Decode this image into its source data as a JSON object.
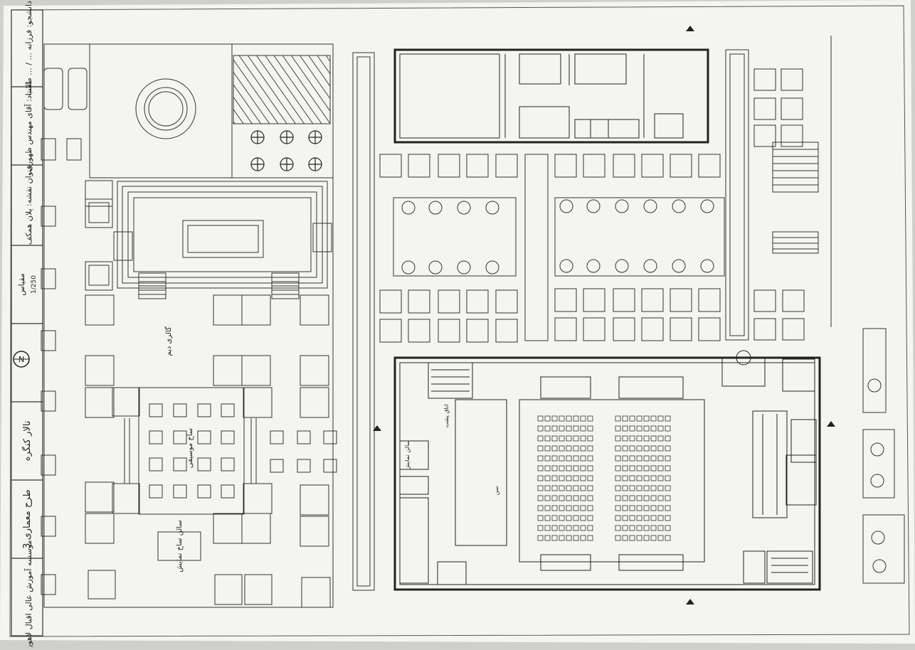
{
  "title_block": [
    {
      "id": "tb-student",
      "text": "دانشجو: فرزانه ... / ... طلاب"
    },
    {
      "id": "tb-instructor",
      "text": "استاد: آقای مهندس ظهوری"
    },
    {
      "id": "tb-project",
      "text": "عنوان نقشه: پلان همکف"
    },
    {
      "id": "tb-scale",
      "text": "مقیاس"
    },
    {
      "id": "tb-scale-value",
      "text": "1/250"
    },
    {
      "id": "tb-hall",
      "text": "تالار کنگره"
    },
    {
      "id": "tb-course",
      "text": "طرح معماری 3"
    },
    {
      "id": "tb-institute",
      "text": "موسسه آموزش عالی اقبال لاهوری"
    }
  ],
  "room_labels": {
    "gallery_west": "گالری دیم",
    "music_court": "ساخ موسیقی",
    "exhibit_hall": "سالن ساخ نمایش",
    "stage": "سن",
    "exhibit_small": "سالن نمایش",
    "backstage": "اتاق پشت"
  },
  "colors": {
    "paper": "#f4f4f1",
    "line": "#2a2a2a",
    "hatch": "#555555"
  }
}
